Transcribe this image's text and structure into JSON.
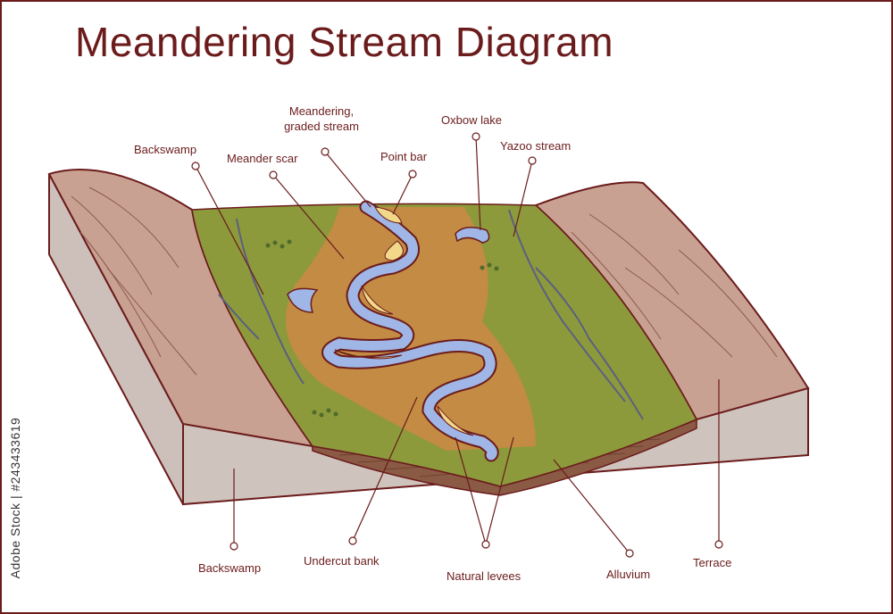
{
  "title": "Meandering Stream Diagram",
  "labels": {
    "backswamp_top": "Backswamp",
    "meander_scar": "Meander scar",
    "meandering_line1": "Meandering,",
    "meandering_line2": "graded stream",
    "point_bar": "Point bar",
    "oxbow_lake": "Oxbow lake",
    "yazoo_stream": "Yazoo stream",
    "backswamp_bottom": "Backswamp",
    "undercut_bank": "Undercut bank",
    "natural_levees": "Natural levees",
    "alluvium": "Alluvium",
    "terrace": "Terrace"
  },
  "stock_id": "Adobe Stock | #243433619",
  "colors": {
    "outline": "#6b1b1b",
    "floodplain_green": "#8c9a3c",
    "floodplain_tan": "#c98a45",
    "water": "#9fb6e6",
    "point_bar": "#f2d98a",
    "terrace_rock": "#c9a192",
    "block_side": "#cdc0ba",
    "alluvium": "#8a5a44"
  }
}
